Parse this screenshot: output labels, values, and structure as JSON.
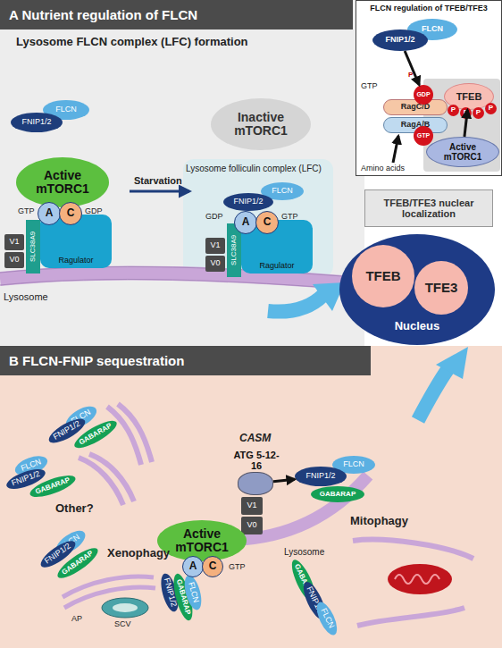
{
  "diagram": {
    "nodes": [
      {
        "text": [
          "A Nutrient regulation of FLCN"
        ]
      },
      {
        "text": [
          "FNIP1/2"
        ],
        "in": 0
      },
      {
        "text": [
          "FLCN"
        ],
        "in": 0
      },
      {
        "text": [
          "Inactive mTORC1"
        ],
        "in": 0
      },
      {
        "text": [
          "Active mTORC1"
        ],
        "in": 0
      },
      {
        "text": [
          "A"
        ],
        "in": 0
      },
      {
        "text": [
          "C"
        ],
        "in": 0
      },
      {
        "text": [
          "V1"
        ],
        "in": 0
      },
      {
        "text": [
          "V0"
        ],
        "in": 0
      },
      {
        "text": [
          "SLC38A9"
        ],
        "in": 0
      },
      {
        "text": [
          "Ragulator"
        ],
        "in": 0
      },
      {
        "text": [
          "FNIP1/2"
        ],
        "in": 0
      },
      {
        "text": [
          "FLCN"
        ],
        "in": 0
      },
      {
        "text": [
          "A"
        ],
        "in": 0
      },
      {
        "text": [
          "C"
        ],
        "in": 0
      },
      {
        "text": [
          "V1"
        ],
        "in": 0
      },
      {
        "text": [
          "V0"
        ],
        "in": 0
      },
      {
        "text": [
          "SLC38A9"
        ],
        "in": 0
      },
      {
        "text": [
          "Ragulator"
        ],
        "in": 0
      },
      {
        "text": [
          "FLCN regulation of TFEB/TFE3"
        ]
      },
      {
        "text": [
          "FNIP1/2"
        ],
        "in": 19
      },
      {
        "text": [
          "FLCN"
        ],
        "in": 19
      },
      {
        "text": [
          "GDP"
        ],
        "in": 19
      },
      {
        "text": [
          "RagC/D"
        ],
        "in": 19
      },
      {
        "text": [
          "RagA/B"
        ],
        "in": 19
      },
      {
        "text": [
          "GTP"
        ],
        "in": 19
      },
      {
        "text": [
          "TFEB"
        ],
        "in": 19
      },
      {
        "text": [
          "P"
        ],
        "in": 19
      },
      {
        "text": [
          "P"
        ],
        "in": 19
      },
      {
        "text": [
          "P"
        ],
        "in": 19
      },
      {
        "text": [
          "P"
        ],
        "in": 19
      },
      {
        "text": [
          "Active mTORC1"
        ],
        "in": 19
      },
      {
        "text": [
          "TFEB/TFE3 nuclear localization"
        ]
      },
      {
        "text": [
          "Nucleus"
        ]
      },
      {
        "text": [
          "TFEB"
        ],
        "in": 33
      },
      {
        "text": [
          "TFE3"
        ],
        "in": 33
      },
      {
        "text": [
          "B FLCN-FNIP sequestration"
        ]
      },
      {
        "text": [
          "FLCN"
        ],
        "in": 36
      },
      {
        "text": [
          "FNIP1/2"
        ],
        "in": 36
      },
      {
        "text": [
          "GABARAP"
        ],
        "in": 36
      },
      {
        "text": [
          "FLCN"
        ],
        "in": 36
      },
      {
        "text": [
          "FNIP1/2"
        ],
        "in": 36
      },
      {
        "text": [
          "GABARAP"
        ],
        "in": 36
      },
      {
        "text": [
          "ATG 5-12-16"
        ],
        "in": 36
      },
      {
        "text": [
          "V1"
        ],
        "in": 36
      },
      {
        "text": [
          "V0"
        ],
        "in": 36
      },
      {
        "text": [
          "FNIP1/2"
        ],
        "in": 36
      },
      {
        "text": [
          "FLCN"
        ],
        "in": 36
      },
      {
        "text": [
          "GABARAP"
        ],
        "in": 36
      },
      {
        "text": [
          "Active mTORC1"
        ],
        "in": 36
      },
      {
        "text": [
          "A"
        ],
        "in": 36
      },
      {
        "text": [
          "C"
        ],
        "in": 36
      },
      {
        "text": [
          "FLCN"
        ],
        "in": 36
      },
      {
        "text": [
          "FNIP1/2"
        ],
        "in": 36
      },
      {
        "text": [
          "GABARAP"
        ],
        "in": 36
      },
      {
        "text": [
          "FNIP1/2"
        ],
        "in": 36
      },
      {
        "text": [
          "GABARAP"
        ],
        "in": 36
      },
      {
        "text": [
          "FLCN"
        ],
        "in": 36
      },
      {
        "text": [
          "GABARAP"
        ],
        "in": 36
      },
      {
        "text": [
          "FNIP1/2"
        ],
        "in": 36
      },
      {
        "text": [
          "FLCN"
        ],
        "in": 36
      }
    ],
    "edges": [
      {
        "from": 20,
        "to": 22,
        "arrow": "to"
      },
      {
        "from": 31,
        "to": 26,
        "arrow": "to"
      },
      {
        "from": 43,
        "to": 46,
        "arrow": "to"
      }
    ],
    "labels": [
      "Lysosome FLCN complex (LFC) formation",
      "GTP",
      "GDP",
      "Starvation",
      "Lysosome folliculin complex (LFC)",
      "GDP",
      "GTP",
      "Lysosome",
      "GTP",
      "P",
      "Amino acids",
      "Other?",
      "CASM",
      "Lysosome",
      "GTP",
      "Mitophagy",
      "Xenophagy",
      "AP",
      "SCV"
    ]
  }
}
